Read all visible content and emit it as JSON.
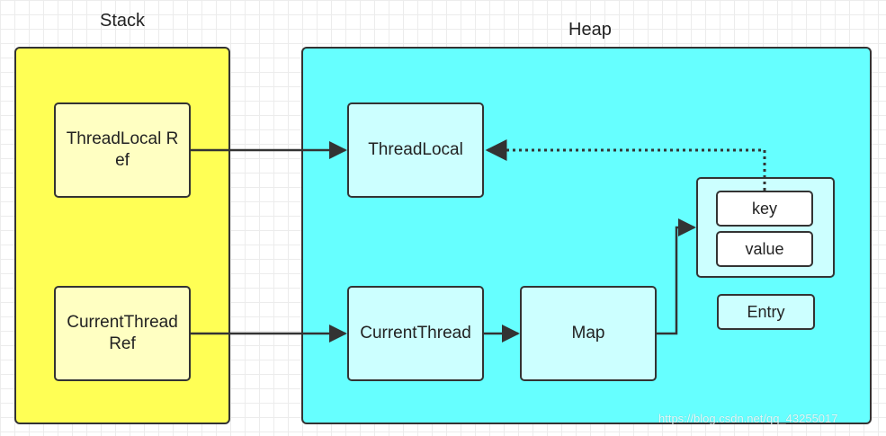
{
  "stack": {
    "title": "Stack",
    "color": "#ffff55",
    "boxes": {
      "threadlocal_ref": "ThreadLocal Ref",
      "currentthread_ref": "CurrentThread Ref"
    }
  },
  "heap": {
    "title": "Heap",
    "color": "#66ffff",
    "boxes": {
      "threadlocal": "ThreadLocal",
      "currentthread": "CurrentThread",
      "map": "Map",
      "key": "key",
      "value": "value",
      "entry": "Entry"
    }
  },
  "watermark": "https://blog.csdn.net/qq_43255017"
}
